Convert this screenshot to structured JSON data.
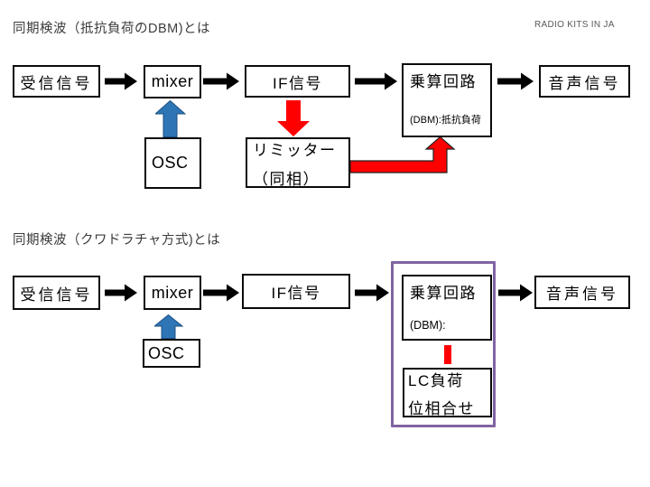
{
  "watermark": "RADIO KITS IN JA",
  "diagram1": {
    "title": "同期検波（抵抗負荷のDBM)とは",
    "rx": "受信信号",
    "mixer": "mixer",
    "if_signal": "IF信号",
    "multiplier": "乗算回路",
    "multiplier_sub": "(DBM):抵抗負荷",
    "audio": "音声信号",
    "osc": "OSC",
    "limiter_line1": "リミッター",
    "limiter_line2": "（同相）"
  },
  "diagram2": {
    "title": "同期検波（クワドラチャ方式)とは",
    "rx": "受信信号",
    "mixer": "mixer",
    "if_signal": "IF信号",
    "multiplier": "乗算回路",
    "multiplier_sub": "(DBM):",
    "audio": "音声信号",
    "osc": "OSC",
    "lc_line1": "LC負荷",
    "lc_line2": "位相合せ"
  },
  "colors": {
    "box_border": "#0a0a0a",
    "arrow_black": "#000000",
    "arrow_blue": "#2e75b6",
    "arrow_red": "#ff0000",
    "group_border_purple": "#8064a2",
    "title_text": "#3c3c3c",
    "watermark_text": "#595959",
    "background": "#ffffff"
  }
}
